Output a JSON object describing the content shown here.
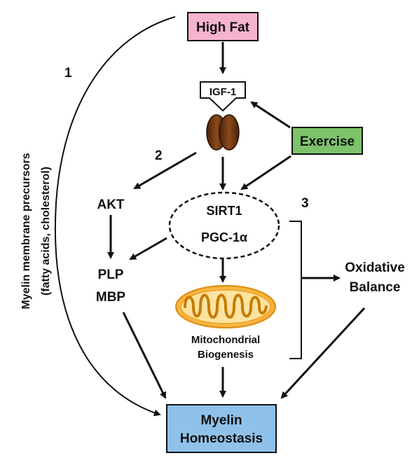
{
  "nodes": {
    "high_fat": "High Fat",
    "igf1": "IGF-1",
    "exercise": "Exercise",
    "akt": "AKT",
    "sirt1": "SIRT1",
    "pgc1a": "PGC-1α",
    "plp": "PLP",
    "mbp": "MBP",
    "mito_line1": "Mitochondrial",
    "mito_line2": "Biogenesis",
    "oxidative_line1": "Oxidative",
    "oxidative_line2": "Balance",
    "myelin_line1": "Myelin",
    "myelin_line2": "Homeostasis"
  },
  "pathway_numbers": {
    "one": "1",
    "two": "2",
    "three": "3"
  },
  "side_label": {
    "line1": "Myelin membrane precursors",
    "line2": "(fatty acids, cholesterol)"
  },
  "colors": {
    "high_fat_fill": "#f4b3cf",
    "exercise_fill": "#7dc36a",
    "myelin_fill": "#8fc2ea",
    "receptor_fill": "#6b3311",
    "mito_fill": "#f7b63a",
    "arrow": "#111111"
  },
  "icons": {
    "receptor": "receptor-icon",
    "mitochondrion": "mitochondrion-icon"
  }
}
